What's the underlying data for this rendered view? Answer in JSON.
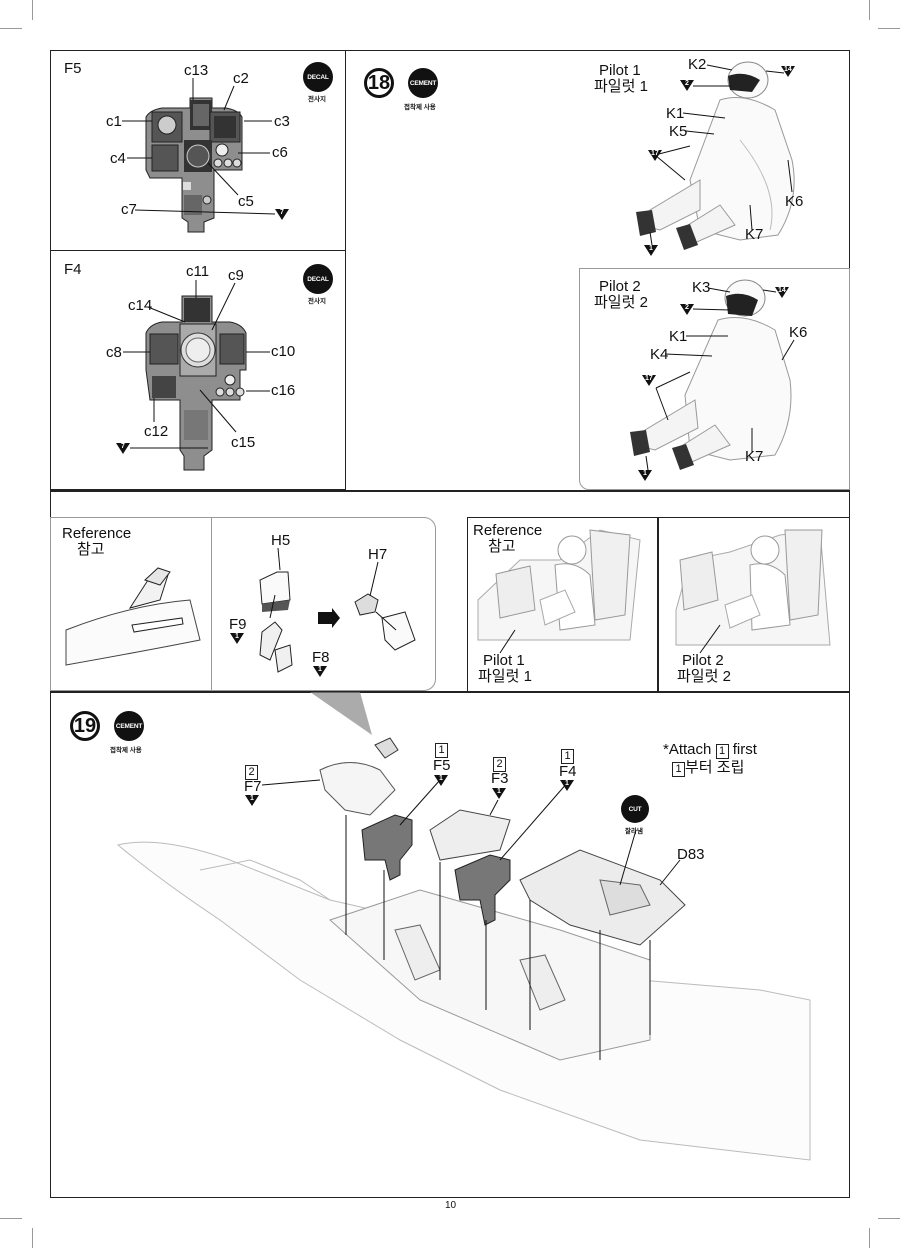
{
  "page_number": "10",
  "decal_badge": {
    "text": "DECAL",
    "sub": "전사지"
  },
  "cement_badge": {
    "text": "CEMENT",
    "sub": "접착제 사용"
  },
  "cut_badge": {
    "text": "CUT",
    "sub": "잘라냄"
  },
  "step18": {
    "number": "18"
  },
  "step19": {
    "number": "19"
  },
  "f5_panel": {
    "title": "F5",
    "labels": {
      "c13": "c13",
      "c2": "c2",
      "c1": "c1",
      "c3": "c3",
      "c4": "c4",
      "c6": "c6",
      "c5": "c5",
      "c7": "c7"
    },
    "marker": "7"
  },
  "f4_panel": {
    "title": "F4",
    "labels": {
      "c11": "c11",
      "c9": "c9",
      "c14": "c14",
      "c8": "c8",
      "c10": "c10",
      "c16": "c16",
      "c12": "c12",
      "c15": "c15"
    },
    "marker": "7"
  },
  "pilot1_panel": {
    "title": "Pilot 1",
    "title_ko": "파일럿 1",
    "labels": {
      "k2": "K2",
      "k1": "K1",
      "k5": "K5",
      "k6": "K6",
      "k7": "K7"
    },
    "markers": {
      "m14": "14",
      "m2": "2",
      "m17": "17",
      "m1": "1"
    }
  },
  "pilot2_panel": {
    "title": "Pilot 2",
    "title_ko": "파일럿 2",
    "labels": {
      "k3": "K3",
      "k1": "K1",
      "k6": "K6",
      "k4": "K4",
      "k7": "K7"
    },
    "markers": {
      "m14": "14",
      "m2": "2",
      "m17": "17",
      "m1": "1"
    }
  },
  "reference_left": {
    "title": "Reference",
    "title_ko": "참고",
    "labels": {
      "h5": "H5",
      "h7": "H7",
      "f9": "F9",
      "f8": "F8"
    },
    "markers": {
      "m1a": "1",
      "m1b": "1"
    }
  },
  "reference_right": {
    "title": "Reference",
    "title_ko": "참고",
    "pilot1": "Pilot 1",
    "pilot1_ko": "파일럿 1",
    "pilot2": "Pilot 2",
    "pilot2_ko": "파일럿 2"
  },
  "step19_parts": {
    "f7_num": "2",
    "f7": "F7",
    "f7_marker": "1",
    "f5_num": "1",
    "f5": "F5",
    "f5_marker": "1",
    "f3_num": "2",
    "f3": "F3",
    "f3_marker": "1",
    "f4_num": "1",
    "f4": "F4",
    "f4_marker": "1",
    "d83": "D83",
    "note_prefix": "*Attach",
    "note_num": "1",
    "note_suffix": "first",
    "note_ko_num": "1",
    "note_ko": "부터 조립"
  }
}
